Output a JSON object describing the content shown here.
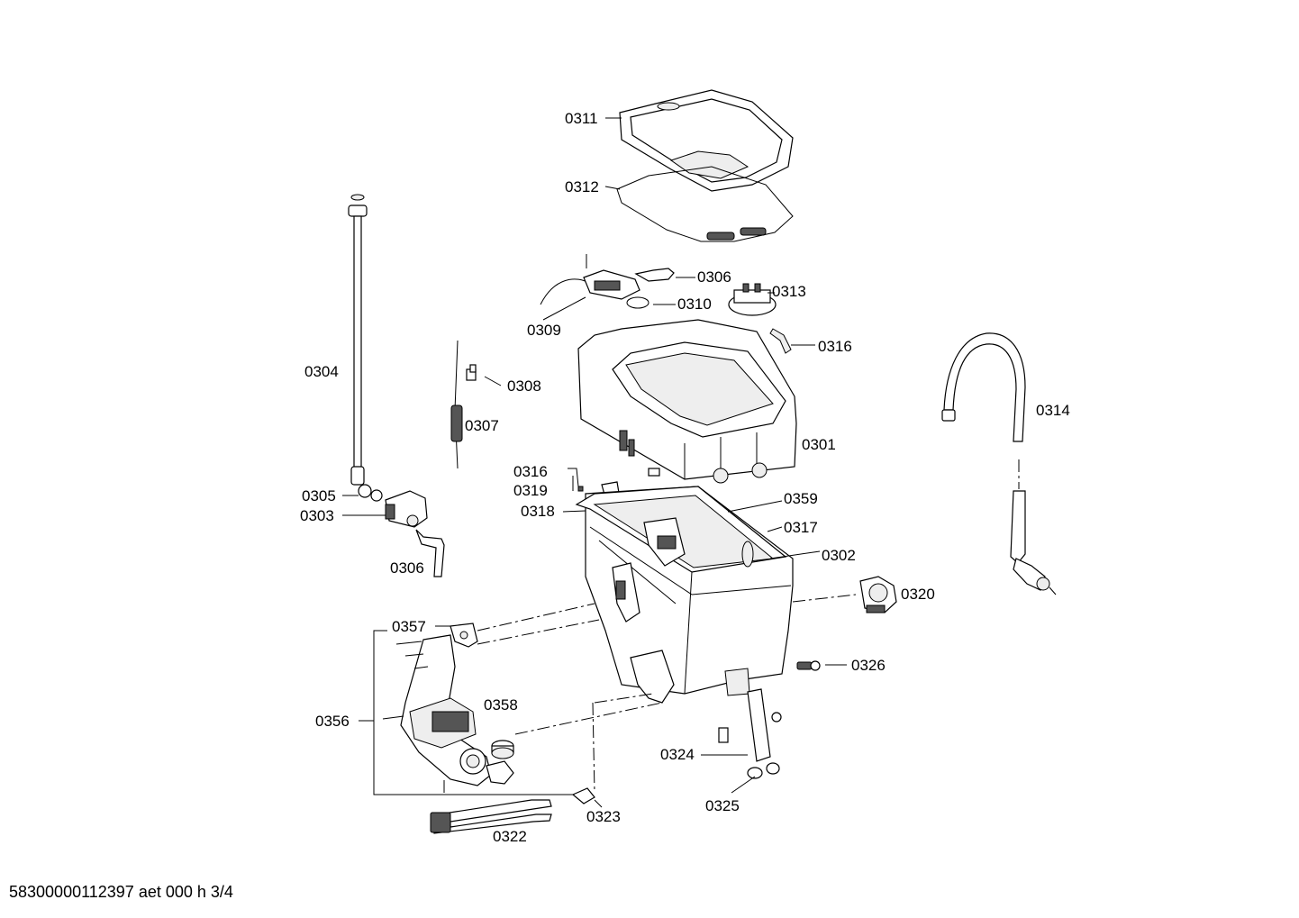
{
  "labels": {
    "l0311": "0311",
    "l0312": "0312",
    "l0306a": "0306",
    "l0310": "0310",
    "l0313": "0313",
    "l0309": "0309",
    "l0316a": "0316",
    "l0304": "0304",
    "l0308": "0308",
    "l0307": "0307",
    "l0314": "0314",
    "l0301": "0301",
    "l0316b": "0316",
    "l0319": "0319",
    "l0305": "0305",
    "l0359": "0359",
    "l0303": "0303",
    "l0318": "0318",
    "l0317": "0317",
    "l0302": "0302",
    "l0306b": "0306",
    "l0320": "0320",
    "l0357": "0357",
    "l0326": "0326",
    "l0358": "0358",
    "l0356": "0356",
    "l0324": "0324",
    "l0325": "0325",
    "l0323": "0323",
    "l0322": "0322"
  },
  "footer": "58300000112397 aet 000 h 3/4"
}
